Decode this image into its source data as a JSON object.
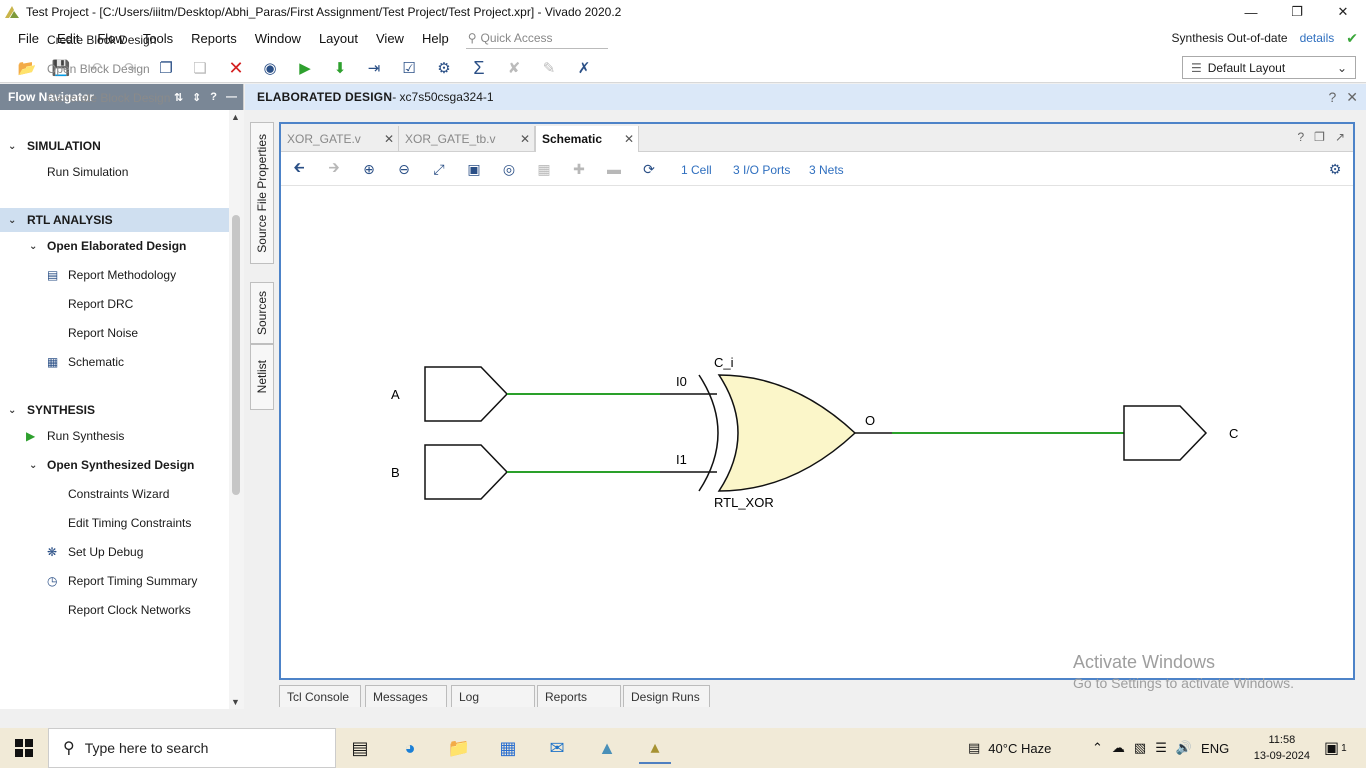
{
  "window": {
    "title": "Test Project - [C:/Users/iiitm/Desktop/Abhi_Paras/First Assignment/Test Project/Test Project.xpr] - Vivado 2020.2"
  },
  "menu": {
    "items": [
      "File",
      "Edit",
      "Flow",
      "Tools",
      "Reports",
      "Window",
      "Layout",
      "View",
      "Help"
    ],
    "quick_access_placeholder": "Quick Access",
    "status_text": "Synthesis Out-of-date",
    "details_link": "details"
  },
  "toolbar": {
    "layout_value": "Default Layout"
  },
  "flow_navigator": {
    "title": "Flow Navigator",
    "rows": [
      {
        "label": "Create Block Design",
        "type": "item",
        "indent": 1,
        "disabled": false,
        "icon": ""
      },
      {
        "label": "Open Block Design",
        "type": "item",
        "indent": 1,
        "disabled": true,
        "icon": ""
      },
      {
        "label": "Generate Block Design",
        "type": "item",
        "indent": 1,
        "disabled": true,
        "icon": ""
      },
      {
        "label": "SIMULATION",
        "type": "section",
        "indent": 0,
        "disabled": false,
        "icon": ""
      },
      {
        "label": "Run Simulation",
        "type": "item",
        "indent": 1,
        "disabled": false,
        "icon": ""
      },
      {
        "label": "RTL ANALYSIS",
        "type": "section",
        "indent": 0,
        "disabled": false,
        "icon": "",
        "highlight": true
      },
      {
        "label": "Open Elaborated Design",
        "type": "subsection",
        "indent": 1,
        "disabled": false,
        "icon": ""
      },
      {
        "label": "Report Methodology",
        "type": "item",
        "indent": 2,
        "disabled": false,
        "icon": "clipboard-icon"
      },
      {
        "label": "Report DRC",
        "type": "item",
        "indent": 2,
        "disabled": false,
        "icon": ""
      },
      {
        "label": "Report Noise",
        "type": "item",
        "indent": 2,
        "disabled": false,
        "icon": ""
      },
      {
        "label": "Schematic",
        "type": "item",
        "indent": 2,
        "disabled": false,
        "icon": "schematic-icon"
      },
      {
        "label": "SYNTHESIS",
        "type": "section",
        "indent": 0,
        "disabled": false,
        "icon": ""
      },
      {
        "label": "Run Synthesis",
        "type": "item",
        "indent": 1,
        "disabled": false,
        "icon": "play-icon"
      },
      {
        "label": "Open Synthesized Design",
        "type": "subsection",
        "indent": 1,
        "disabled": false,
        "icon": ""
      },
      {
        "label": "Constraints Wizard",
        "type": "item",
        "indent": 2,
        "disabled": false,
        "icon": ""
      },
      {
        "label": "Edit Timing Constraints",
        "type": "item",
        "indent": 2,
        "disabled": false,
        "icon": ""
      },
      {
        "label": "Set Up Debug",
        "type": "item",
        "indent": 2,
        "disabled": false,
        "icon": "bug-icon"
      },
      {
        "label": "Report Timing Summary",
        "type": "item",
        "indent": 2,
        "disabled": false,
        "icon": "clock-icon"
      },
      {
        "label": "Report Clock Networks",
        "type": "item",
        "indent": 2,
        "disabled": false,
        "icon": ""
      }
    ]
  },
  "side_tabs": [
    "Source File Properties",
    "Sources",
    "Netlist"
  ],
  "design_header": {
    "label": "ELABORATED DESIGN",
    "part": " - xc7s50csga324-1"
  },
  "editor_tabs": [
    {
      "label": "XOR_GATE.v",
      "active": false
    },
    {
      "label": "XOR_GATE_tb.v",
      "active": false
    },
    {
      "label": "Schematic",
      "active": true
    }
  ],
  "schematic_toolbar": {
    "cells": "1 Cell",
    "io_ports": "3 I/O Ports",
    "nets": "3 Nets"
  },
  "schematic": {
    "input_ports": [
      "A",
      "B"
    ],
    "output_port": "C",
    "cell_name": "C_i",
    "cell_type": "RTL_XOR",
    "pin_in0": "I0",
    "pin_in1": "I1",
    "pin_out": "O",
    "net_color": "#2aa02a",
    "gate_fill": "#fbf6c9"
  },
  "bottom_tabs": [
    "Tcl Console",
    "Messages",
    "Log",
    "Reports",
    "Design Runs"
  ],
  "watermark": {
    "line1": "Activate Windows",
    "line2": "Go to Settings to activate Windows."
  },
  "taskbar": {
    "search_placeholder": "Type here to search",
    "weather": "40°C  Haze",
    "language": "ENG",
    "time": "11:58",
    "date": "13-09-2024",
    "notification_count": "1"
  }
}
